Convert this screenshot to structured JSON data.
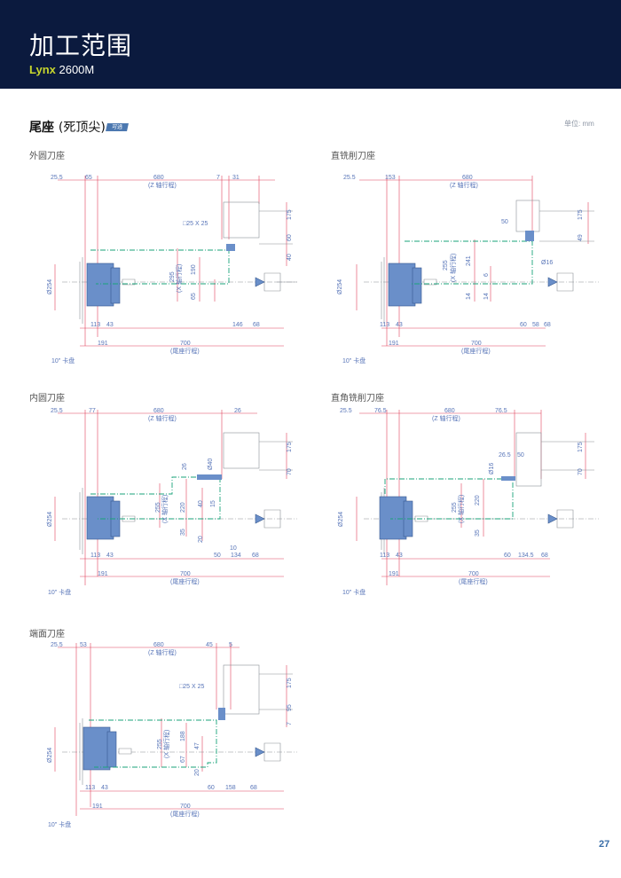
{
  "header": {
    "title": "加工范围",
    "brand": "Lynx",
    "model": "2600M"
  },
  "section": {
    "title": "尾座",
    "subtitle": "(死顶尖)",
    "badge": "可选",
    "unit": "单位: mm"
  },
  "chuck_label": "10\" 卡盘",
  "z_stroke": "(Z 轴行程)",
  "x_stroke": "(X 轴行程)",
  "tail_stroke": "(尾座行程)",
  "diagrams": [
    {
      "title": "外圆刀座",
      "top": [
        "25.5",
        "65",
        "680",
        "7",
        "31"
      ],
      "right": [
        "175",
        "60",
        "40"
      ],
      "tool": "□25 X 25",
      "mid": [
        "295",
        "190",
        "65"
      ],
      "dia": "Ø254",
      "bottom": [
        "113",
        "43",
        "146",
        "68"
      ],
      "bottom2": [
        "191",
        "700"
      ]
    },
    {
      "title": "直铣削刀座",
      "top": [
        "25.5",
        "153",
        "680"
      ],
      "right": [
        "175",
        "49"
      ],
      "tool": "50",
      "phi": "Ø16",
      "mid": [
        "255",
        "241",
        "6",
        "14",
        "14"
      ],
      "dia": "Ø254",
      "bottom": [
        "113",
        "43",
        "60",
        "58",
        "68"
      ],
      "bottom2": [
        "191",
        "700"
      ]
    },
    {
      "title": "内圆刀座",
      "top": [
        "25.5",
        "77",
        "680",
        "26"
      ],
      "right": [
        "175",
        "70"
      ],
      "tool": "Ø40",
      "mid": [
        "26",
        "255",
        "220",
        "40",
        "15",
        "35",
        "20",
        "10"
      ],
      "dia": "Ø254",
      "bottom": [
        "113",
        "43",
        "50",
        "134",
        "68"
      ],
      "bottom2": [
        "191",
        "700"
      ]
    },
    {
      "title": "直角铣削刀座",
      "top": [
        "25.5",
        "76.5",
        "680",
        "76.5"
      ],
      "right": [
        "175",
        "70"
      ],
      "tool": "26.5",
      "tool2": "50",
      "phi": "Ø16",
      "mid": [
        "255",
        "220",
        "35"
      ],
      "dia": "Ø254",
      "bottom": [
        "113",
        "43",
        "60",
        "134.5",
        "68"
      ],
      "bottom2": [
        "191",
        "700"
      ]
    },
    {
      "title": "端面刀座",
      "top": [
        "25.5",
        "53",
        "680",
        "45",
        "5"
      ],
      "right": [
        "175",
        "95",
        "7"
      ],
      "tool": "□25 X 25",
      "mid": [
        "255",
        "188",
        "47",
        "67",
        "20"
      ],
      "dia": "Ø254",
      "bottom": [
        "113",
        "43",
        "60",
        "158",
        "68"
      ],
      "bottom2": [
        "191",
        "700"
      ]
    }
  ],
  "page_number": "27"
}
